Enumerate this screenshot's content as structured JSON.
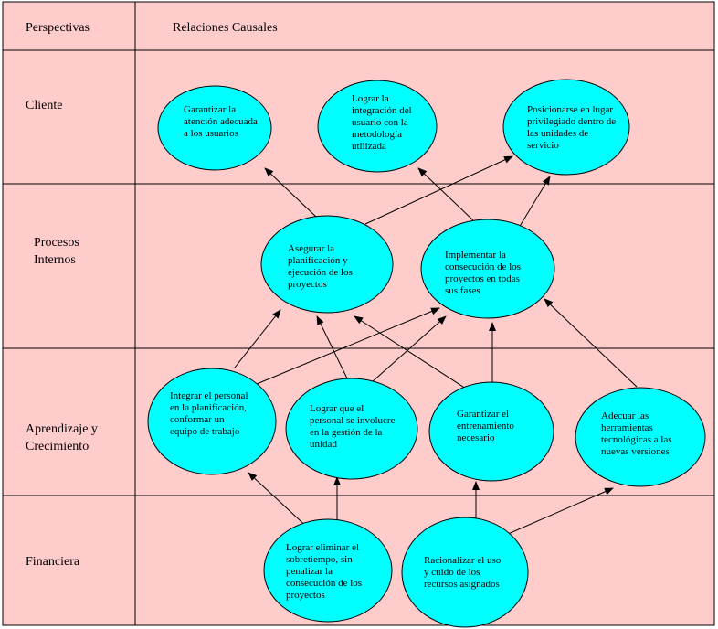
{
  "header": {
    "perspectives": "Perspectivas",
    "relations": "Relaciones Causales"
  },
  "rows": {
    "cliente": "Cliente",
    "procesos_line1": "Procesos",
    "procesos_line2": "Internos",
    "aprendizaje_line1": "Aprendizaje y",
    "aprendizaje_line2": "Crecimiento",
    "financiera": "Financiera"
  },
  "nodes": {
    "c1": [
      "Garantizar la",
      "atención adecuada",
      "a los usuarios"
    ],
    "c2": [
      "Lograr la",
      "integración del",
      "usuario con la",
      "metodología",
      "utilizada"
    ],
    "c3": [
      "Posicionarse en lugar",
      "privilegiado dentro de",
      "las unidades de",
      "servicio"
    ],
    "p1": [
      "Asegurar la",
      "planificación y",
      "ejecución de los",
      "proyectos"
    ],
    "p2": [
      "Implementar la",
      "consecución de los",
      "proyectos en todas",
      "sus fases"
    ],
    "a1": [
      "Integrar el personal",
      "en la planificación,",
      "conformar un",
      "equipo de trabajo"
    ],
    "a2": [
      "Lograr que el",
      "personal se involucre",
      "en la gestión de la",
      "unidad"
    ],
    "a3": [
      "Garantizar el",
      "entrenamiento",
      "necesario"
    ],
    "a4": [
      "Adecuar las",
      "herramientas",
      "tecnológicas a las",
      "nuevas versiones"
    ],
    "f1": [
      "Lograr eliminar el",
      "sobretiempo, sin",
      "penalizar la",
      "consecución de los",
      "proyectos"
    ],
    "f2": [
      "Racionalizar el uso",
      "y cuido de los",
      "recursos asignados"
    ]
  },
  "colors": {
    "background": "#ffcccc",
    "node_fill": "#00ffff",
    "line": "#000000",
    "page": "#ffffff"
  }
}
